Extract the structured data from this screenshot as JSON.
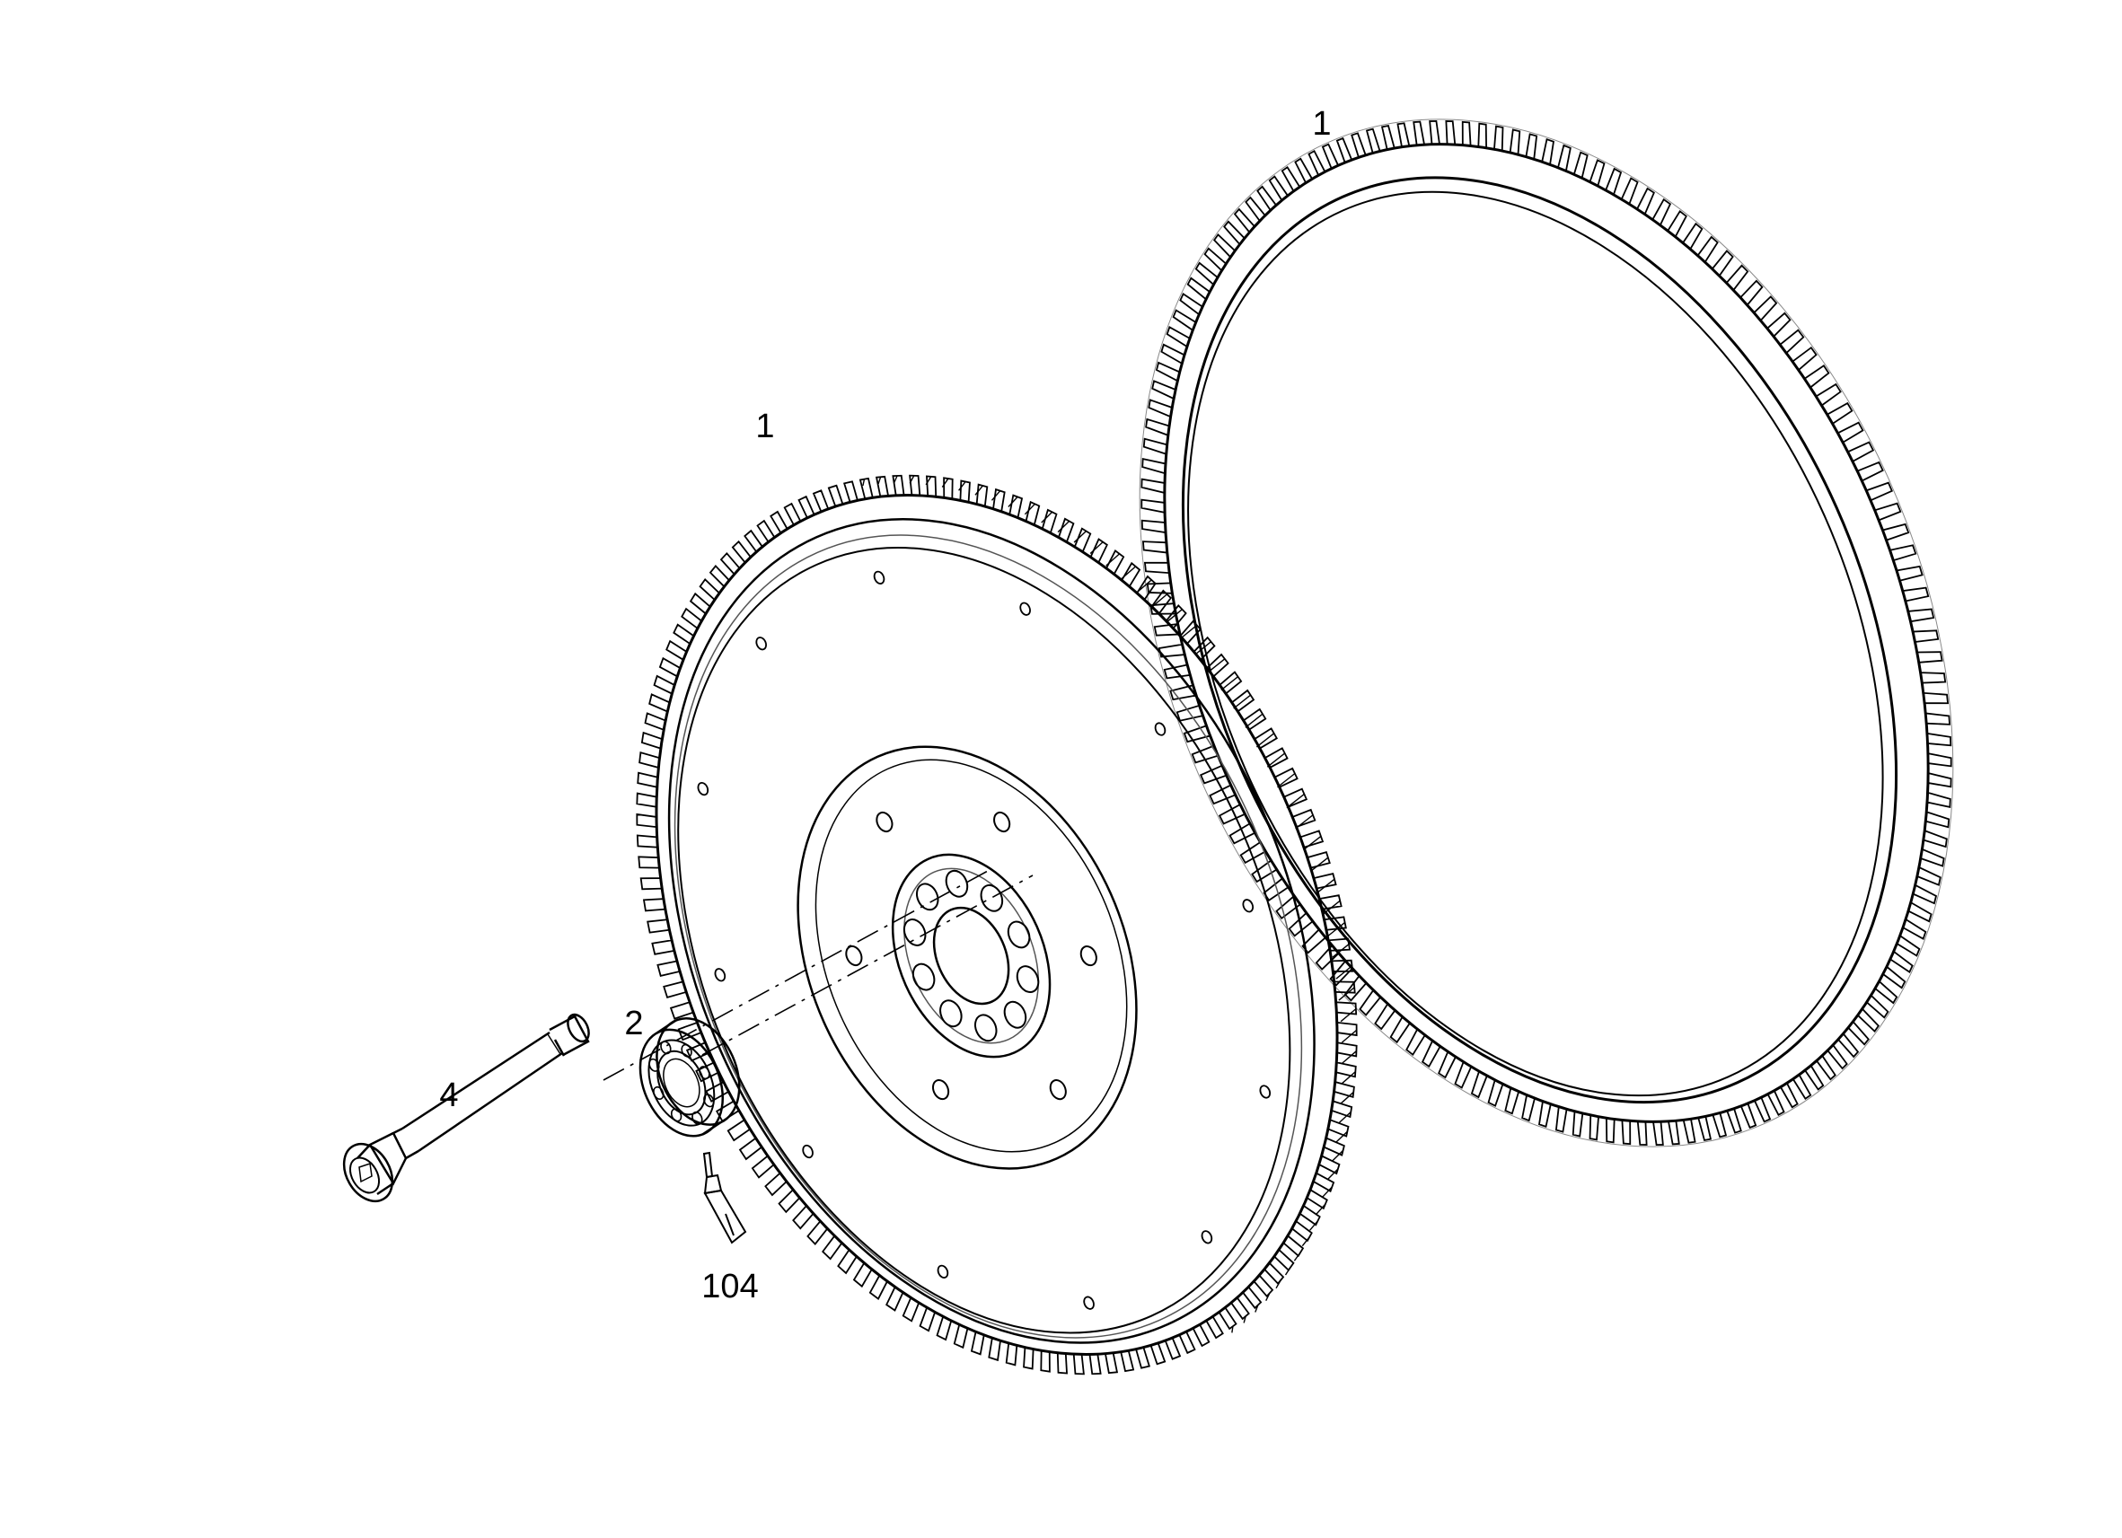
{
  "diagram": {
    "callouts": [
      {
        "id": "ring-gear",
        "label": "1"
      },
      {
        "id": "flywheel",
        "label": "1"
      },
      {
        "id": "bearing",
        "label": "2"
      },
      {
        "id": "bolt",
        "label": "4"
      },
      {
        "id": "adhesive",
        "label": "104"
      }
    ],
    "colors": {
      "line": "#000000",
      "background": "#ffffff"
    },
    "icons": {
      "ring-gear": "toothed-ring",
      "flywheel": "toothed-disc",
      "bearing": "ball-bearing",
      "bolt": "socket-head-bolt",
      "adhesive": "tube-applicator"
    }
  }
}
